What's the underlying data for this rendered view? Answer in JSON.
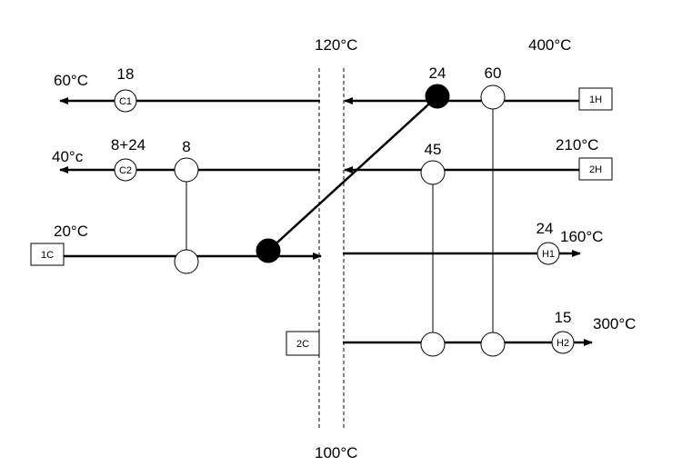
{
  "pinch": {
    "hot_temp": "120°C",
    "cold_temp": "100°C"
  },
  "streams": {
    "h1": {
      "box": "1H",
      "temp": "400°C"
    },
    "h2": {
      "box": "2H",
      "temp": "210°C"
    },
    "c1": {
      "box": "1C",
      "temp": "20°C"
    },
    "c2": {
      "box": "2C"
    }
  },
  "end_temps": {
    "t60": "60°C",
    "t40": "40°c",
    "t160": "160°C",
    "t300": "300°C"
  },
  "utilities": {
    "c1": {
      "label": "C1",
      "duty": "18"
    },
    "c2": {
      "label": "C2",
      "duty": "8+24"
    },
    "h1": {
      "label": "H1",
      "duty": "24"
    },
    "h2": {
      "label": "H2",
      "duty": "15"
    }
  },
  "exchangers": {
    "ex_8": "8",
    "ex_24": "24",
    "ex_60": "60",
    "ex_45": "45"
  }
}
